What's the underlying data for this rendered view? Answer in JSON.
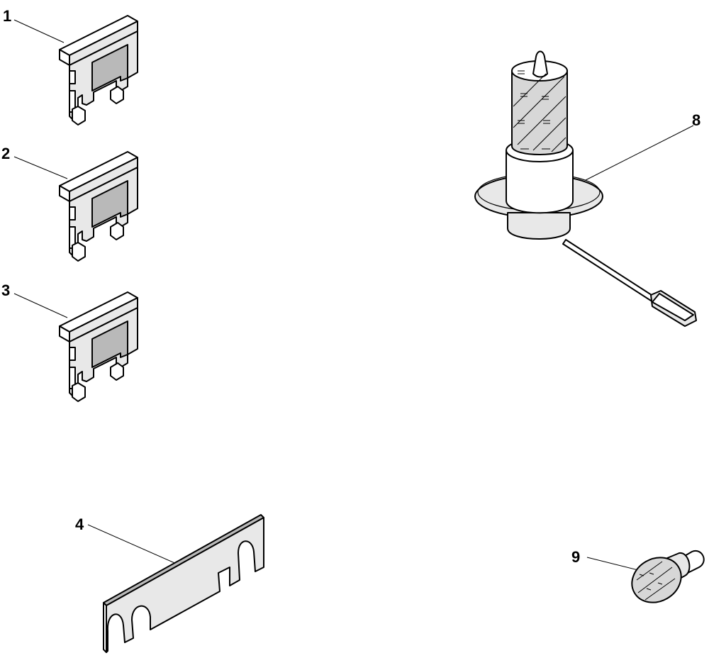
{
  "diagram": {
    "callouts": {
      "item_1": "1",
      "item_2": "2",
      "item_3": "3",
      "item_4": "4",
      "item_8": "8",
      "item_9": "9"
    },
    "colors": {
      "line": "#000000",
      "background": "#ffffff",
      "shade": "#e8e8e8"
    }
  }
}
